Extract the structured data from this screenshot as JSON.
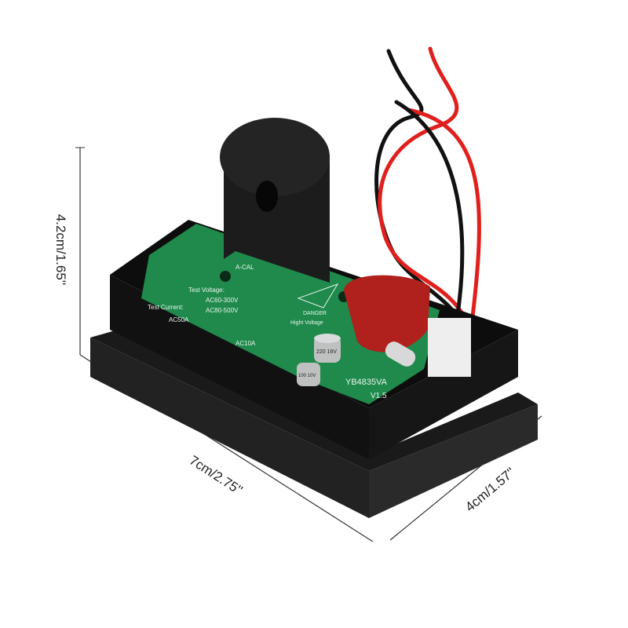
{
  "dimensions": {
    "height": "4.2cm/1.65''",
    "length": "7cm/2.75''",
    "width": "4cm/1.57''"
  },
  "pcb_labels": {
    "a_cal": "A-CAL",
    "test_voltage": "Test Voltage:",
    "ac60_300v": "AC60-300V",
    "ac80_500v": "AC80-500V",
    "test_current": "Test Current:",
    "ac50a": "AC50A",
    "ac10a": "AC10A",
    "danger": "DANGER",
    "high_voltage": "Hight Voltage",
    "model": "YB4835VA",
    "version": "V1.5",
    "cap_large": "220 16V",
    "cap_small": "100 10V"
  },
  "colors": {
    "pcb": "#1f8a4c",
    "housing": "#141414",
    "capacitor_red": "#b0201c",
    "wire_red": "#e0201c",
    "wire_black": "#111111"
  }
}
